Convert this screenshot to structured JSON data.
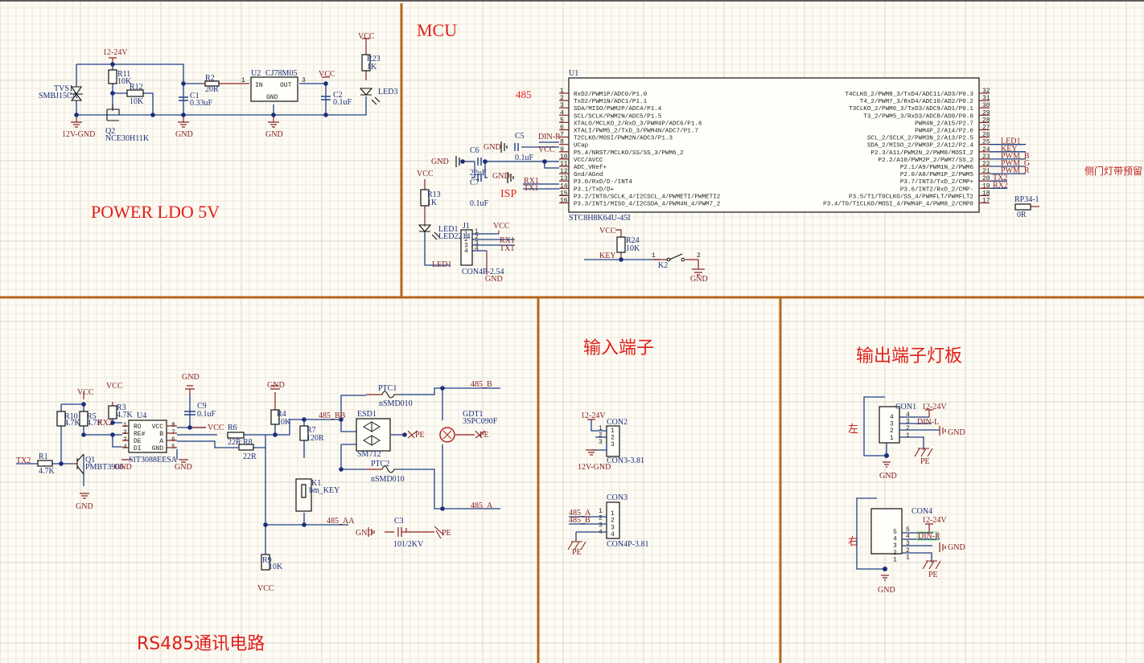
{
  "sections": {
    "power": {
      "title": "POWER LDO 5V"
    },
    "mcu": {
      "title": "MCU",
      "note_485": "485",
      "note_isp": "ISP",
      "note_side": "侧门灯带预留"
    },
    "rs485": {
      "title": "RS485通讯电路"
    },
    "input": {
      "title": "输入端子"
    },
    "output": {
      "title": "输出端子灯板",
      "left_label": "左",
      "right_label": "右"
    }
  },
  "power": {
    "net_12_24v": "12-24V",
    "net_12v_gnd": "12V-GND",
    "gnd": "GND",
    "vcc": "VCC",
    "tvs1": {
      "ref": "TVS1",
      "value": "SMBJ15CA"
    },
    "r11": {
      "ref": "R11",
      "value": "10K"
    },
    "r12": {
      "ref": "R12",
      "value": "10K"
    },
    "q2": {
      "ref": "Q2",
      "value": "NCE30H11K"
    },
    "c1": {
      "ref": "C1",
      "value": "0.33uF"
    },
    "r2": {
      "ref": "R2",
      "value": "20R"
    },
    "u2": {
      "ref": "U2",
      "value": "CJ78M05",
      "pin_in": "IN",
      "pin_out": "OUT",
      "pin_gnd": "GND",
      "pin1": "1",
      "pin3": "3"
    },
    "c2": {
      "ref": "C2",
      "value": "0.1uF"
    },
    "r23": {
      "ref": "R23",
      "value": "1K"
    },
    "led3": {
      "ref": "LED3"
    }
  },
  "mcu": {
    "u1": {
      "ref": "U1",
      "part": "STC8H8K64U-45I",
      "left_pins": [
        {
          "no": "1",
          "name": "RxD2/PWM1P/ADC0/P1.0"
        },
        {
          "no": "2",
          "name": "TxD2/PWM1N/ADC1/P1.1"
        },
        {
          "no": "3",
          "name": "SDA/MISO/PWM2P/ADC4/P1.4"
        },
        {
          "no": "4",
          "name": "SCL/SCLK/PWM2N/ADC5/P1.5"
        },
        {
          "no": "5",
          "name": "XTALO/MCLKO_2/RxD_3/PWM4P/ADC6/P1.6"
        },
        {
          "no": "6",
          "name": "XTALI/PWM5_2/TxD_3/PWM4N/ADC7/P1.7"
        },
        {
          "no": "7",
          "name": "T2CLKO/MOSI/PWM2N/ADC3/P1.3"
        },
        {
          "no": "8",
          "name": "UCap"
        },
        {
          "no": "9",
          "name": "P5.4/NRST/MCLKO/SS/SS_3/PWM6_2"
        },
        {
          "no": "10",
          "name": "VCC/AVCC"
        },
        {
          "no": "11",
          "name": "ADC_VRef+"
        },
        {
          "no": "12",
          "name": "Gnd/AGnd"
        },
        {
          "no": "13",
          "name": "P3.0/RxD/D-/INT4"
        },
        {
          "no": "14",
          "name": "P3.1/TxD/D+"
        },
        {
          "no": "15",
          "name": "P3.2/INT0/SCLK_4/I2CSCL_4/PWMETI/PWMETI2"
        },
        {
          "no": "16",
          "name": "P3.3/INT1/MISO_4/I2CSDA_4/PWM4N_4/PWM7_2"
        }
      ],
      "right_pins": [
        {
          "no": "32",
          "name": "T4CLKO_2/PWM8_3/TxD4/ADC11/AD3/P0.3",
          "net": ""
        },
        {
          "no": "31",
          "name": "T4_2/PWM7_3/RxD4/ADC10/AD2/P0.2",
          "net": ""
        },
        {
          "no": "30",
          "name": "T3CLKO_2/PWM6_3/TxD3/ADC9/AD1/P0.1",
          "net": ""
        },
        {
          "no": "29",
          "name": "T3_2/PWM5_3/RxD3/ADC8/AD0/P0.0",
          "net": ""
        },
        {
          "no": "28",
          "name": "PWM4N_2/A15/P2.7",
          "net": ""
        },
        {
          "no": "27",
          "name": "PWM4P_2/A14/P2.6",
          "net": ""
        },
        {
          "no": "26",
          "name": "SCL_2/SCLK_2/PWM3N_2/A13/P2.5",
          "net": ""
        },
        {
          "no": "25",
          "name": "SDA_2/MISO_2/PWM3P_2/A12/P2.4",
          "net": "LED1"
        },
        {
          "no": "24",
          "name": "P2.3/A11/PWM2N_2/PWM8/MOSI_2",
          "net": "KEY"
        },
        {
          "no": "23",
          "name": "P2.2/A10/PWM2P_2/PWM7/SS_2",
          "net": "PWM_B"
        },
        {
          "no": "22",
          "name": "P2.1/A9/PWM1N_2/PWM6",
          "net": "PWM_G"
        },
        {
          "no": "21",
          "name": "P2.0/A8/PWM1P_2/PWM5",
          "net": "PWM_R"
        },
        {
          "no": "20",
          "name": "P3.7/INT3/TxD_2/CMP+",
          "net": "TX2"
        },
        {
          "no": "19",
          "name": "P3.6/INT2/RxD_2/CMP-",
          "net": "RX2"
        },
        {
          "no": "18",
          "name": "P3.5/T1/T0CLKO/SS_4/PWMFLT/PWMFLT2",
          "net": ""
        },
        {
          "no": "17",
          "name": "P3.4/T0/T1CLKO/MOSI_4/PWM4P_4/PWM8_2/CMP0",
          "net": ""
        }
      ]
    },
    "din_r": "DIN-R",
    "gnd": "GND",
    "vcc": "VCC",
    "rx1": "RX1",
    "tx1": "TX1",
    "led1_net": "LED1",
    "key_net": "KEY",
    "c5": {
      "ref": "C5",
      "value": "0.1uF"
    },
    "c6": {
      "ref": "C6",
      "value": "22uF"
    },
    "c7": {
      "ref": "C7",
      "value": "0.1uF"
    },
    "r13": {
      "ref": "R13",
      "value": "1K"
    },
    "led1": {
      "ref": "LED1",
      "value": "LED2214"
    },
    "j1": {
      "ref": "J1",
      "value": "CON4P-2.54",
      "pins": [
        "1",
        "2",
        "3",
        "4"
      ]
    },
    "r24": {
      "ref": "R24",
      "value": "10K"
    },
    "k2": {
      "ref": "K2",
      "pin1": "1",
      "pin2": "2"
    },
    "rp34": {
      "ref": "RP34-1",
      "value": "0R"
    }
  },
  "rs485": {
    "tx2": "TX2",
    "rx2": "RX2",
    "vcc": "VCC",
    "gnd": "GND",
    "pe": "PE",
    "r1": {
      "ref": "R1",
      "value": "4.7K"
    },
    "r10": {
      "ref": "R10",
      "value": "4.7K"
    },
    "r5": {
      "ref": "R5",
      "value": "4.7K"
    },
    "r3": {
      "ref": "R3",
      "value": "4.7K"
    },
    "q1": {
      "ref": "Q1",
      "value": "PMBT3906"
    },
    "u4": {
      "ref": "U4",
      "value": "SIT3088EESA",
      "pins_left": [
        "RO",
        "RE#",
        "DE",
        "DI"
      ],
      "pins_right": [
        "VCC",
        "B",
        "A",
        "GND"
      ],
      "nums_left": [
        "1",
        "2",
        "3",
        "4"
      ],
      "nums_right": [
        "8",
        "7",
        "6",
        "5"
      ]
    },
    "c9": {
      "ref": "C9",
      "value": "0.1uF"
    },
    "r6": {
      "ref": "R6",
      "value": "22R"
    },
    "r8": {
      "ref": "R8",
      "value": "22R"
    },
    "r4": {
      "ref": "R4",
      "value": "10K"
    },
    "r7": {
      "ref": "R7",
      "value": "120R"
    },
    "k1": {
      "ref": "K1",
      "value": "bm_KEY"
    },
    "r9": {
      "ref": "R9",
      "value": "10K"
    },
    "esd1": {
      "ref": "ESD1",
      "value": "SM712"
    },
    "ptc1": {
      "ref": "PTC1",
      "value": "nSMD010"
    },
    "ptc2": {
      "ref": "PTC2",
      "value": "nSMD010"
    },
    "gdt1": {
      "ref": "GDT1",
      "value": "3SPC090F"
    },
    "c3": {
      "ref": "C3",
      "value": "101/2KV"
    },
    "net_485_bb": "485_BB",
    "net_485_aa": "485_AA",
    "net_485_b": "485_B",
    "net_485_a": "485_A"
  },
  "input": {
    "con2": {
      "ref": "CON2",
      "value": "CON3-3.81",
      "pins": [
        "1",
        "2",
        "3"
      ]
    },
    "con3": {
      "ref": "CON3",
      "value": "CON4P-3.81",
      "pins": [
        "1",
        "2",
        "3",
        "4"
      ]
    },
    "net_12_24v": "12-24V",
    "net_12v_gnd": "12V-GND",
    "net_485_a": "485_A",
    "net_485_b": "485_B",
    "pe": "PE"
  },
  "output": {
    "con1": {
      "ref": "CON1",
      "net_pwr": "12-24V",
      "net_din": "DIN-L",
      "gnd": "GND",
      "pe": "PE",
      "pins": [
        "4",
        "3",
        "2",
        "1"
      ]
    },
    "con4": {
      "ref": "CON4",
      "net_pwr": "12-24V",
      "net_din": "DIN-R",
      "gnd": "GND",
      "pe": "PE",
      "pins": [
        "5",
        "4",
        "3",
        "2",
        "1"
      ]
    }
  }
}
